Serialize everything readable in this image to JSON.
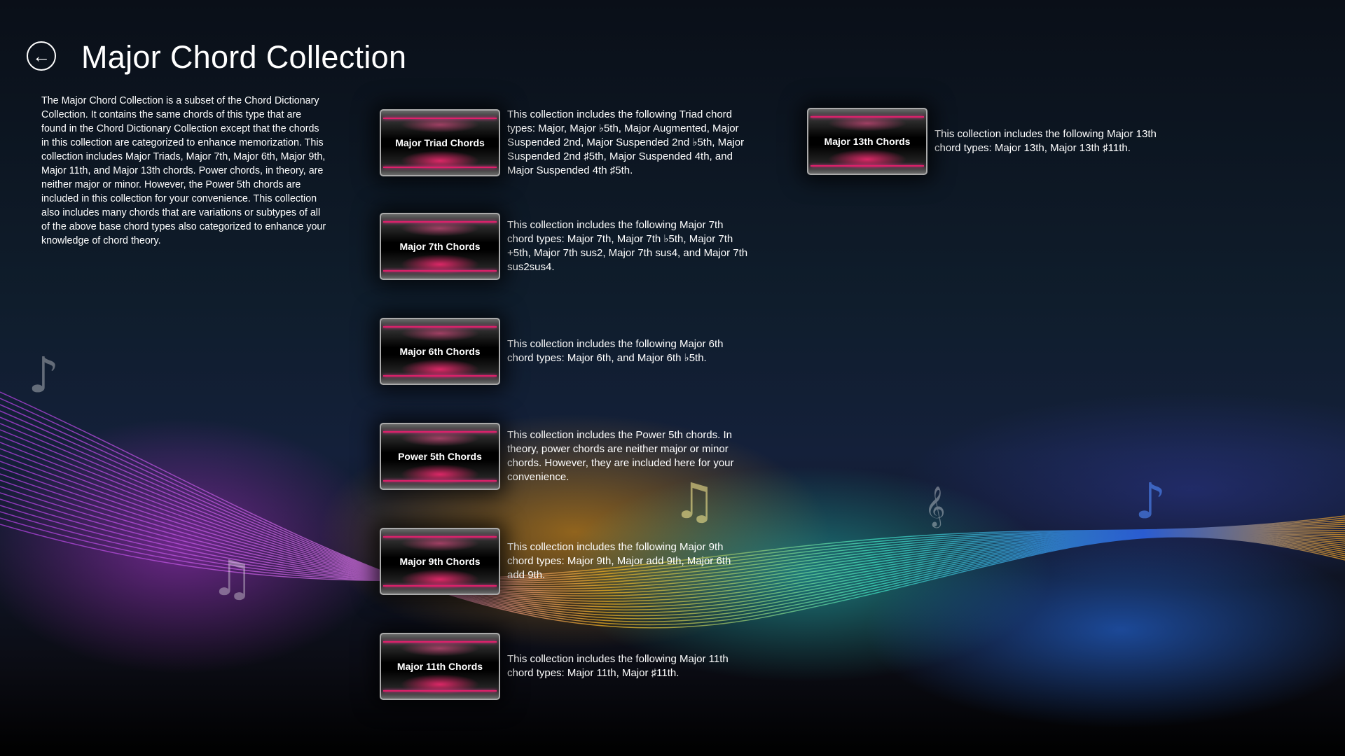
{
  "header": {
    "title": "Major Chord Collection",
    "back_icon": "back-arrow-icon"
  },
  "intro": "The Major Chord Collection is a subset of the Chord Dictionary Collection. It contains the same chords of this type that are found in the Chord Dictionary Collection except that the chords in this collection are categorized to enhance memorization. This collection includes Major Triads, Major 7th, Major 6th, Major 9th, Major 11th, and Major 13th chords. Power chords, in theory, are neither major or minor. However, the Power 5th chords are included in this collection for your convenience. This collection also includes many chords that are variations or subtypes of all of the above base chord types also categorized to enhance your knowledge of chord theory.",
  "collections": [
    {
      "label": "Major Triad Chords",
      "description": "This collection includes the following Triad chord types: Major, Major ♭5th, Major Augmented, Major Suspended 2nd, Major Suspended 2nd ♭5th, Major Suspended 2nd ♯5th, Major Suspended 4th, and Major Suspended 4th ♯5th."
    },
    {
      "label": "Major 7th Chords",
      "description": "This collection includes the following Major 7th chord types: Major 7th, Major 7th ♭5th, Major 7th +5th, Major 7th sus2, Major 7th sus4, and Major 7th sus2sus4."
    },
    {
      "label": "Major 6th Chords",
      "description": "This collection includes the following Major 6th chord types: Major 6th, and Major 6th ♭5th."
    },
    {
      "label": "Power 5th Chords",
      "description": "This collection includes the Power 5th chords. In theory, power chords are neither major or minor chords. However, they are included here for your convenience."
    },
    {
      "label": "Major 9th Chords",
      "description": "This collection includes the following Major 9th chord types: Major 9th, Major add 9th, Major 6th add 9th."
    },
    {
      "label": "Major 11th Chords",
      "description": "This collection includes the following Major 11th chord types: Major 11th, Major ♯11th."
    },
    {
      "label": "Major 13th Chords",
      "description": "This collection includes the following Major 13th chord types: Major 13th, Major 13th ♯11th."
    }
  ]
}
